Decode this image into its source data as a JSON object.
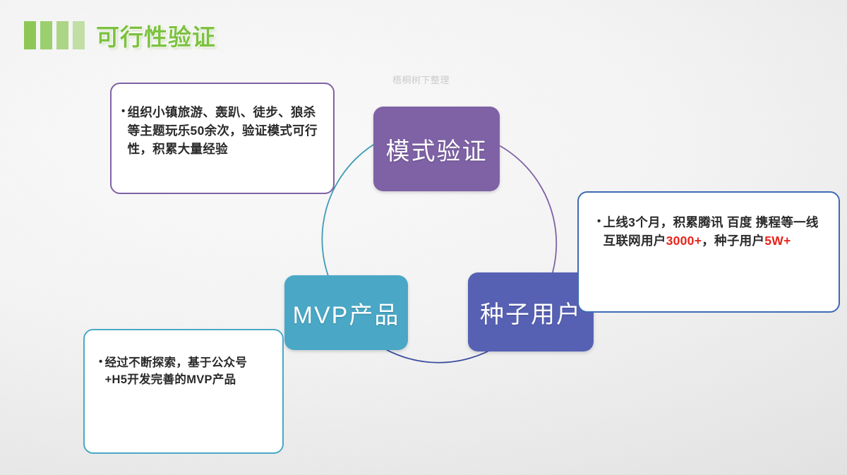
{
  "slide": {
    "title": "可行性验证",
    "watermark": "梧桐树下整理",
    "accent_green": "#8dc856",
    "title_color": "#7ec142"
  },
  "diagram": {
    "nodes": [
      {
        "id": "mode",
        "label": "模式验证",
        "color": "#7e62a5"
      },
      {
        "id": "mvp",
        "label": "MVP产品",
        "color": "#4aa8c6"
      },
      {
        "id": "seed",
        "label": "种子用户",
        "color": "#5761b4"
      }
    ],
    "arcs": [
      {
        "id": "arc-left",
        "color": "#3f9bb5"
      },
      {
        "id": "arc-right",
        "color": "#7e62a5"
      },
      {
        "id": "arc-bottom",
        "color": "#3b4da0"
      }
    ]
  },
  "callouts": {
    "top": {
      "border_color": "#7e62a5",
      "bullet": "•",
      "text": "组织小镇旅游、轰趴、徒步、狼杀等主题玩乐50余次，验证模式可行性，积累大量经验"
    },
    "right": {
      "border_color": "#3d6bb5",
      "bullet": "•",
      "line1": "上线3个月，积累腾讯 百",
      "line2": "度 携程等一线互联网用户",
      "stat_users": "3000+",
      "mid": "，种子用户",
      "stat_seed": "5W+",
      "highlight_color": "#e8241a"
    },
    "bottom": {
      "border_color": "#4aa8c6",
      "bullet": "•",
      "text": "经过不断探索，基于公众号+H5开发完善的MVP产品"
    }
  }
}
